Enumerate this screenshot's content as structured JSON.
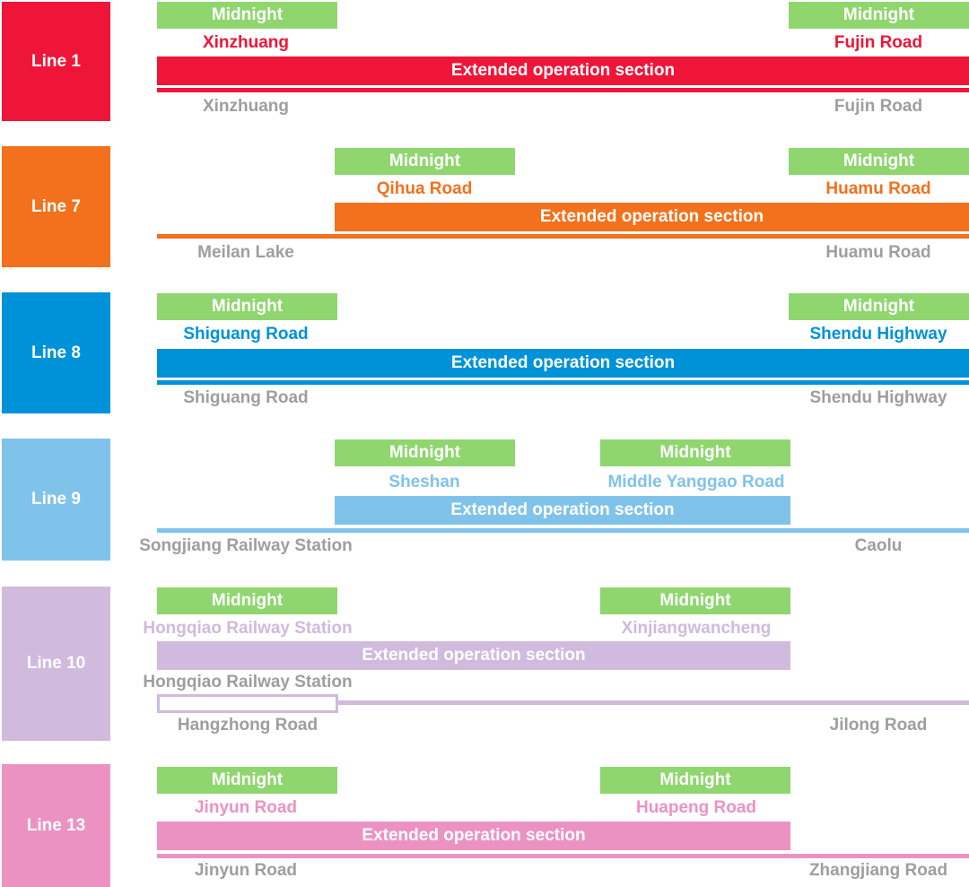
{
  "common": {
    "midnight_label": "Midnight",
    "extended_label": "Extended operation section"
  },
  "colors": {
    "midnight_green": "#8fd66f",
    "normal_label_gray": "#9e9e9e",
    "line1": "#ef1538",
    "line7": "#f3711c",
    "line8": "#0092d8",
    "line9": "#80c3ea",
    "line10": "#d0bade",
    "line13": "#ec92c3"
  },
  "lines": [
    {
      "name": "Line 1",
      "extended_start": "Xinzhuang",
      "extended_end": "Fujin Road",
      "normal_start": "Xinzhuang",
      "normal_end": "Fujin Road"
    },
    {
      "name": "Line 7",
      "extended_start": "Qihua Road",
      "extended_end": "Huamu Road",
      "normal_start": "Meilan Lake",
      "normal_end": "Huamu Road"
    },
    {
      "name": "Line 8",
      "extended_start": "Shiguang Road",
      "extended_end": "Shendu Highway",
      "normal_start": "Shiguang Road",
      "normal_end": "Shendu Highway"
    },
    {
      "name": "Line 9",
      "extended_start": "Sheshan",
      "extended_end": "Middle Yanggao Road",
      "normal_start": "Songjiang Railway Station",
      "normal_end": "Caolu"
    },
    {
      "name": "Line 10",
      "extended_start": "Hongqiao Railway Station",
      "extended_end": "Xinjiangwancheng",
      "normal_branch": "Hongqiao Railway Station",
      "normal_start": "Hangzhong Road",
      "normal_end": "Jilong Road"
    },
    {
      "name": "Line 13",
      "extended_start": "Jinyun Road",
      "extended_end": "Huapeng Road",
      "normal_start": "Jinyun Road",
      "normal_end": "Zhangjiang Road"
    }
  ]
}
